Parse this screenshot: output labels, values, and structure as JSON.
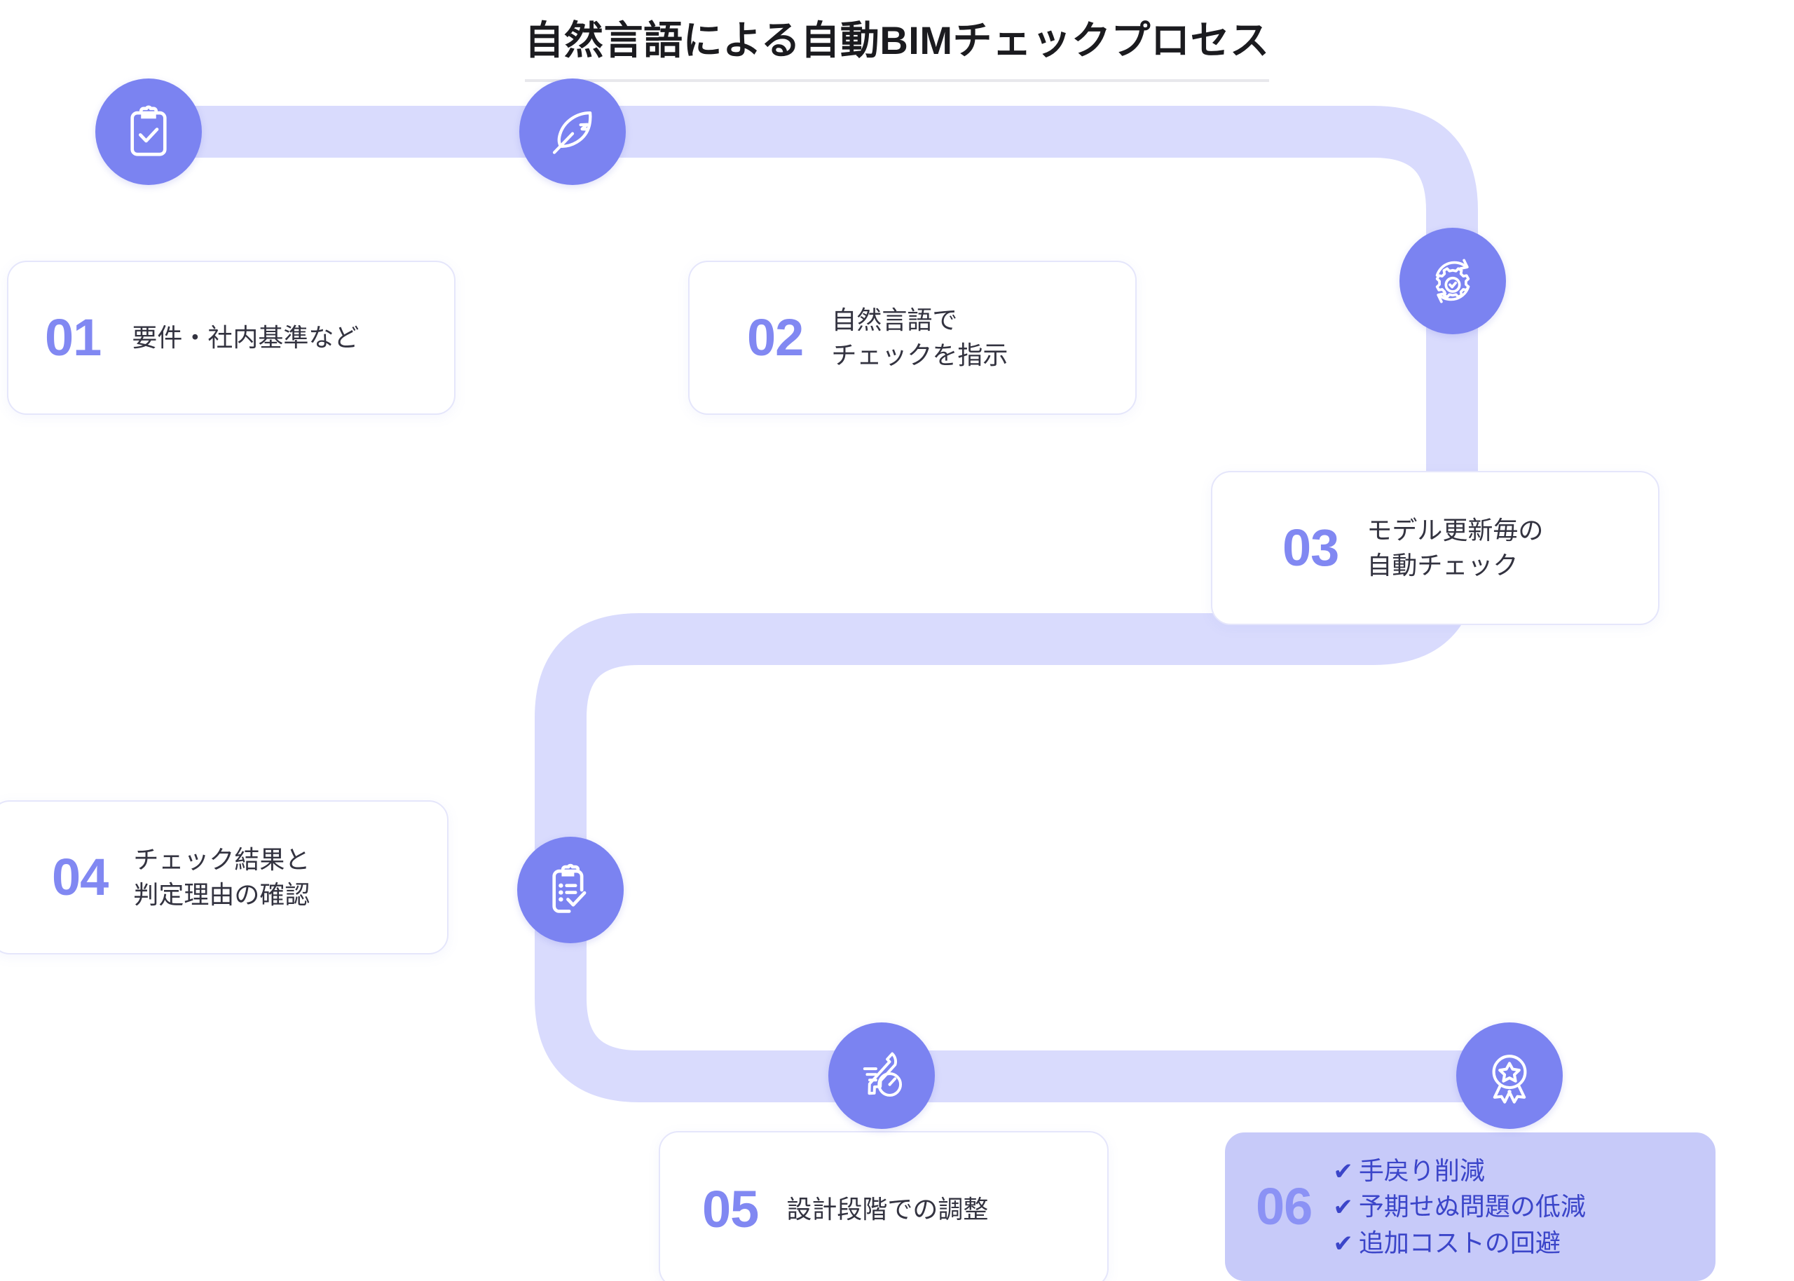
{
  "header": {
    "title": "自然言語による自動BIMチェックプロセス"
  },
  "colors": {
    "badge_purple": "#7b83f1",
    "ribbon_lavender": "#d9dbfd",
    "number_purple": "#8188f2",
    "card_border": "#e5e6fb",
    "filled_card_bg": "#c7caf9",
    "bullet_text": "#3b45c9",
    "body_text": "#333340",
    "title_text": "#1b1b1f",
    "title_rule": "#e8e8ec"
  },
  "steps": [
    {
      "number": "01",
      "icon": "clipboard-check-icon",
      "lines": [
        "要件・社内基準など"
      ],
      "filled": false
    },
    {
      "number": "02",
      "icon": "feather-icon",
      "lines": [
        "自然言語で",
        "チェックを指示"
      ],
      "filled": false
    },
    {
      "number": "03",
      "icon": "gear-refresh-check-icon",
      "lines": [
        "モデル更新毎の",
        "自動チェック"
      ],
      "filled": false
    },
    {
      "number": "04",
      "icon": "clipboard-list-check-icon",
      "lines": [
        "チェック結果と",
        "判定理由の確認"
      ],
      "filled": false
    },
    {
      "number": "05",
      "icon": "wrench-gauge-icon",
      "lines": [
        "設計段階での調整"
      ],
      "filled": false
    },
    {
      "number": "06",
      "icon": "award-ribbon-star-icon",
      "filled": true,
      "bullets": [
        {
          "mark": "✔",
          "label": "手戻り削減"
        },
        {
          "mark": "✔",
          "label": "予期せぬ問題の低減"
        },
        {
          "mark": "✔",
          "label": "追加コストの回避"
        }
      ]
    }
  ]
}
